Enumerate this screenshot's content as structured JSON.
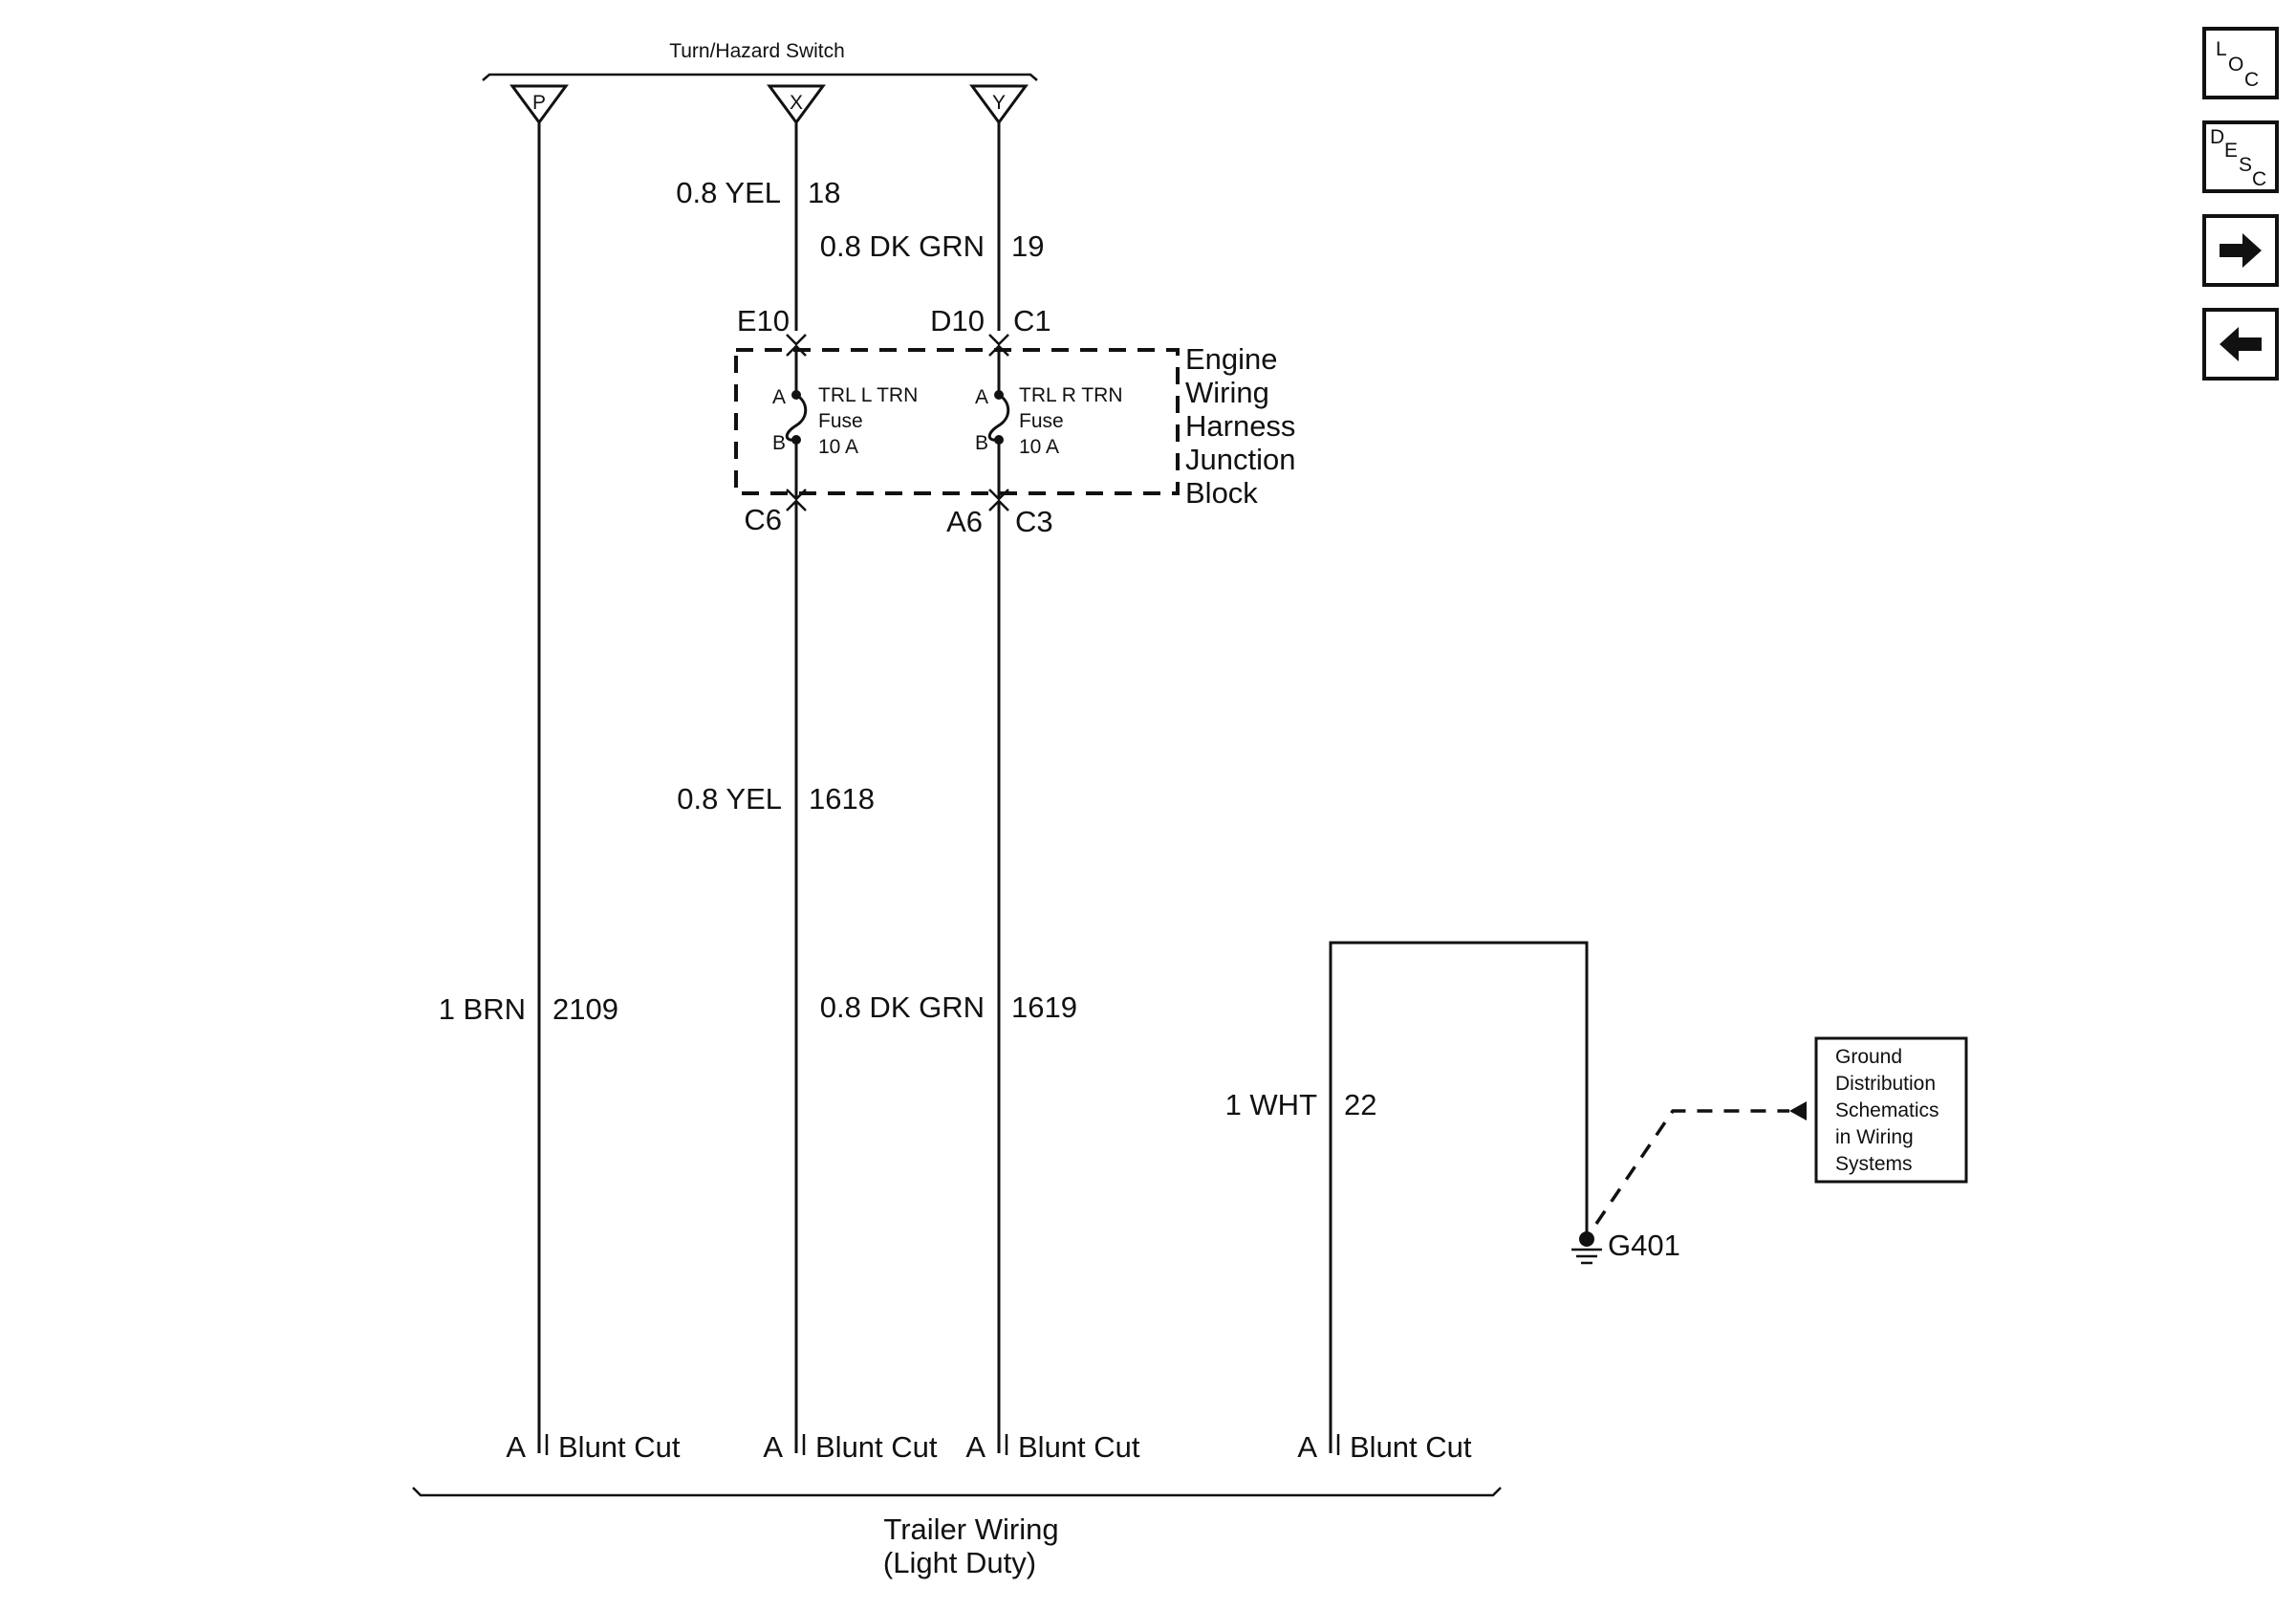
{
  "switch": {
    "title": "Turn/Hazard Switch",
    "pins": [
      "P",
      "X",
      "Y"
    ]
  },
  "wires_upper": [
    {
      "color": "0.8 YEL",
      "circuit": "18"
    },
    {
      "color": "0.8 DK GRN",
      "circuit": "19"
    }
  ],
  "junction_block": {
    "title_lines": [
      "Engine",
      "Wiring",
      "Harness",
      "Junction",
      "Block"
    ],
    "top_connectors": [
      "E10",
      "D10",
      "C1"
    ],
    "bottom_connectors": [
      "C6",
      "A6",
      "C3"
    ],
    "fuses": [
      {
        "line1": "TRL L TRN",
        "line2": "Fuse",
        "rating": "10 A",
        "pin_a": "A",
        "pin_b": "B"
      },
      {
        "line1": "TRL R TRN",
        "line2": "Fuse",
        "rating": "10 A",
        "pin_a": "A",
        "pin_b": "B"
      }
    ]
  },
  "wires_lower": [
    {
      "color": "1 BRN",
      "circuit": "2109"
    },
    {
      "color": "0.8 YEL",
      "circuit": "1618"
    },
    {
      "color": "0.8 DK GRN",
      "circuit": "1619"
    },
    {
      "color": "1 WHT",
      "circuit": "22"
    }
  ],
  "ground": {
    "label": "G401",
    "reference_lines": [
      "Ground",
      "Distribution",
      "Schematics",
      "in Wiring",
      "Systems"
    ]
  },
  "terminals": [
    {
      "pin": "A",
      "label": "Blunt Cut"
    },
    {
      "pin": "A",
      "label": "Blunt Cut"
    },
    {
      "pin": "A",
      "label": "Blunt Cut"
    },
    {
      "pin": "A",
      "label": "Blunt Cut"
    }
  ],
  "trailer": {
    "line1": "Trailer Wiring",
    "line2": "(Light Duty)"
  },
  "nav": [
    {
      "name": "loc",
      "letters": [
        "L",
        "O",
        "C"
      ]
    },
    {
      "name": "desc",
      "letters": [
        "D",
        "E",
        "S",
        "C"
      ]
    },
    {
      "name": "next",
      "icon": "arrow-right-icon"
    },
    {
      "name": "prev",
      "icon": "arrow-left-icon"
    }
  ]
}
